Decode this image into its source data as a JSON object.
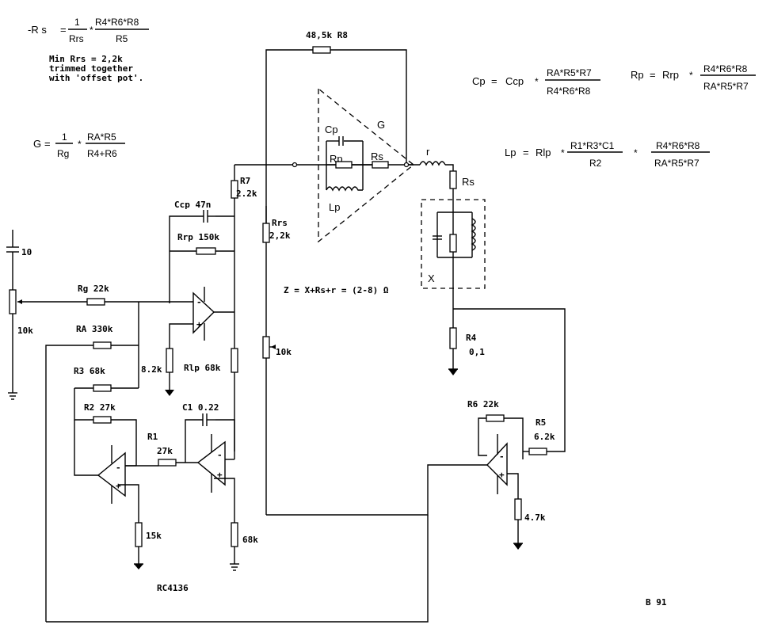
{
  "equations": {
    "rs_lhs": "-R s",
    "rs_one": "1",
    "rs_rrs": "Rrs",
    "rs_num": "R4*R6*R8",
    "rs_den": "R5",
    "note_1": "Min Rrs = 2,2k",
    "note_2": "trimmed together",
    "note_3": "with 'offset pot'.",
    "g_lhs": "G",
    "g_one": "1",
    "g_rg": "Rg",
    "g_num": "RA*R5",
    "g_den": "R4+R6",
    "cp_lhs": "Cp",
    "cp_ccp": "Ccp",
    "cp_num": "RA*R5*R7",
    "cp_den": "R4*R6*R8",
    "rp_lhs": "Rp",
    "rp_rrp": "Rrp",
    "rp_num": "R4*R6*R8",
    "rp_den": "RA*R5*R7",
    "lp_lhs": "Lp",
    "lp_rlp": "Rlp",
    "lp_num1": "R1*R3*C1",
    "lp_den1": "R2",
    "lp_num2": "R4*R6*R8",
    "lp_den2": "RA*R5*R7",
    "z_eq": "Z = X+Rs+r = (2-8) Ω"
  },
  "labels": {
    "r8": "48,5k R8",
    "r7_name": "R7",
    "r7_val": "2.2k",
    "rrs_name": "Rrs",
    "rrs_val": "2,2k",
    "ccp": "Ccp 47n",
    "rrp": "Rrp 150k",
    "cap10": "10",
    "rg": "Rg 22k",
    "pot10k_left": "10k",
    "ra": "RA 330k",
    "r3": "R3 68k",
    "r_8_2k": "8.2k",
    "rlp": "Rlp 68k",
    "pot10k_mid": "10k",
    "r2": "R2 27k",
    "c1": "C1 0.22",
    "r1_name": "R1",
    "r1_val": "27k",
    "r15k": "15k",
    "r68k": "68k",
    "ic": "RC4136",
    "model_cp": "Cp",
    "model_g": "G",
    "model_rp": "Rp",
    "model_rs": "Rs",
    "model_lp": "Lp",
    "r_small": "r",
    "rs_right": "Rs",
    "x_box": "X",
    "r4_name": "R4",
    "r4_val": "0,1",
    "r6": "R6 22k",
    "r5_name": "R5",
    "r5_val": "6.2k",
    "r4_7k": "4.7k",
    "footer": "B 91"
  }
}
